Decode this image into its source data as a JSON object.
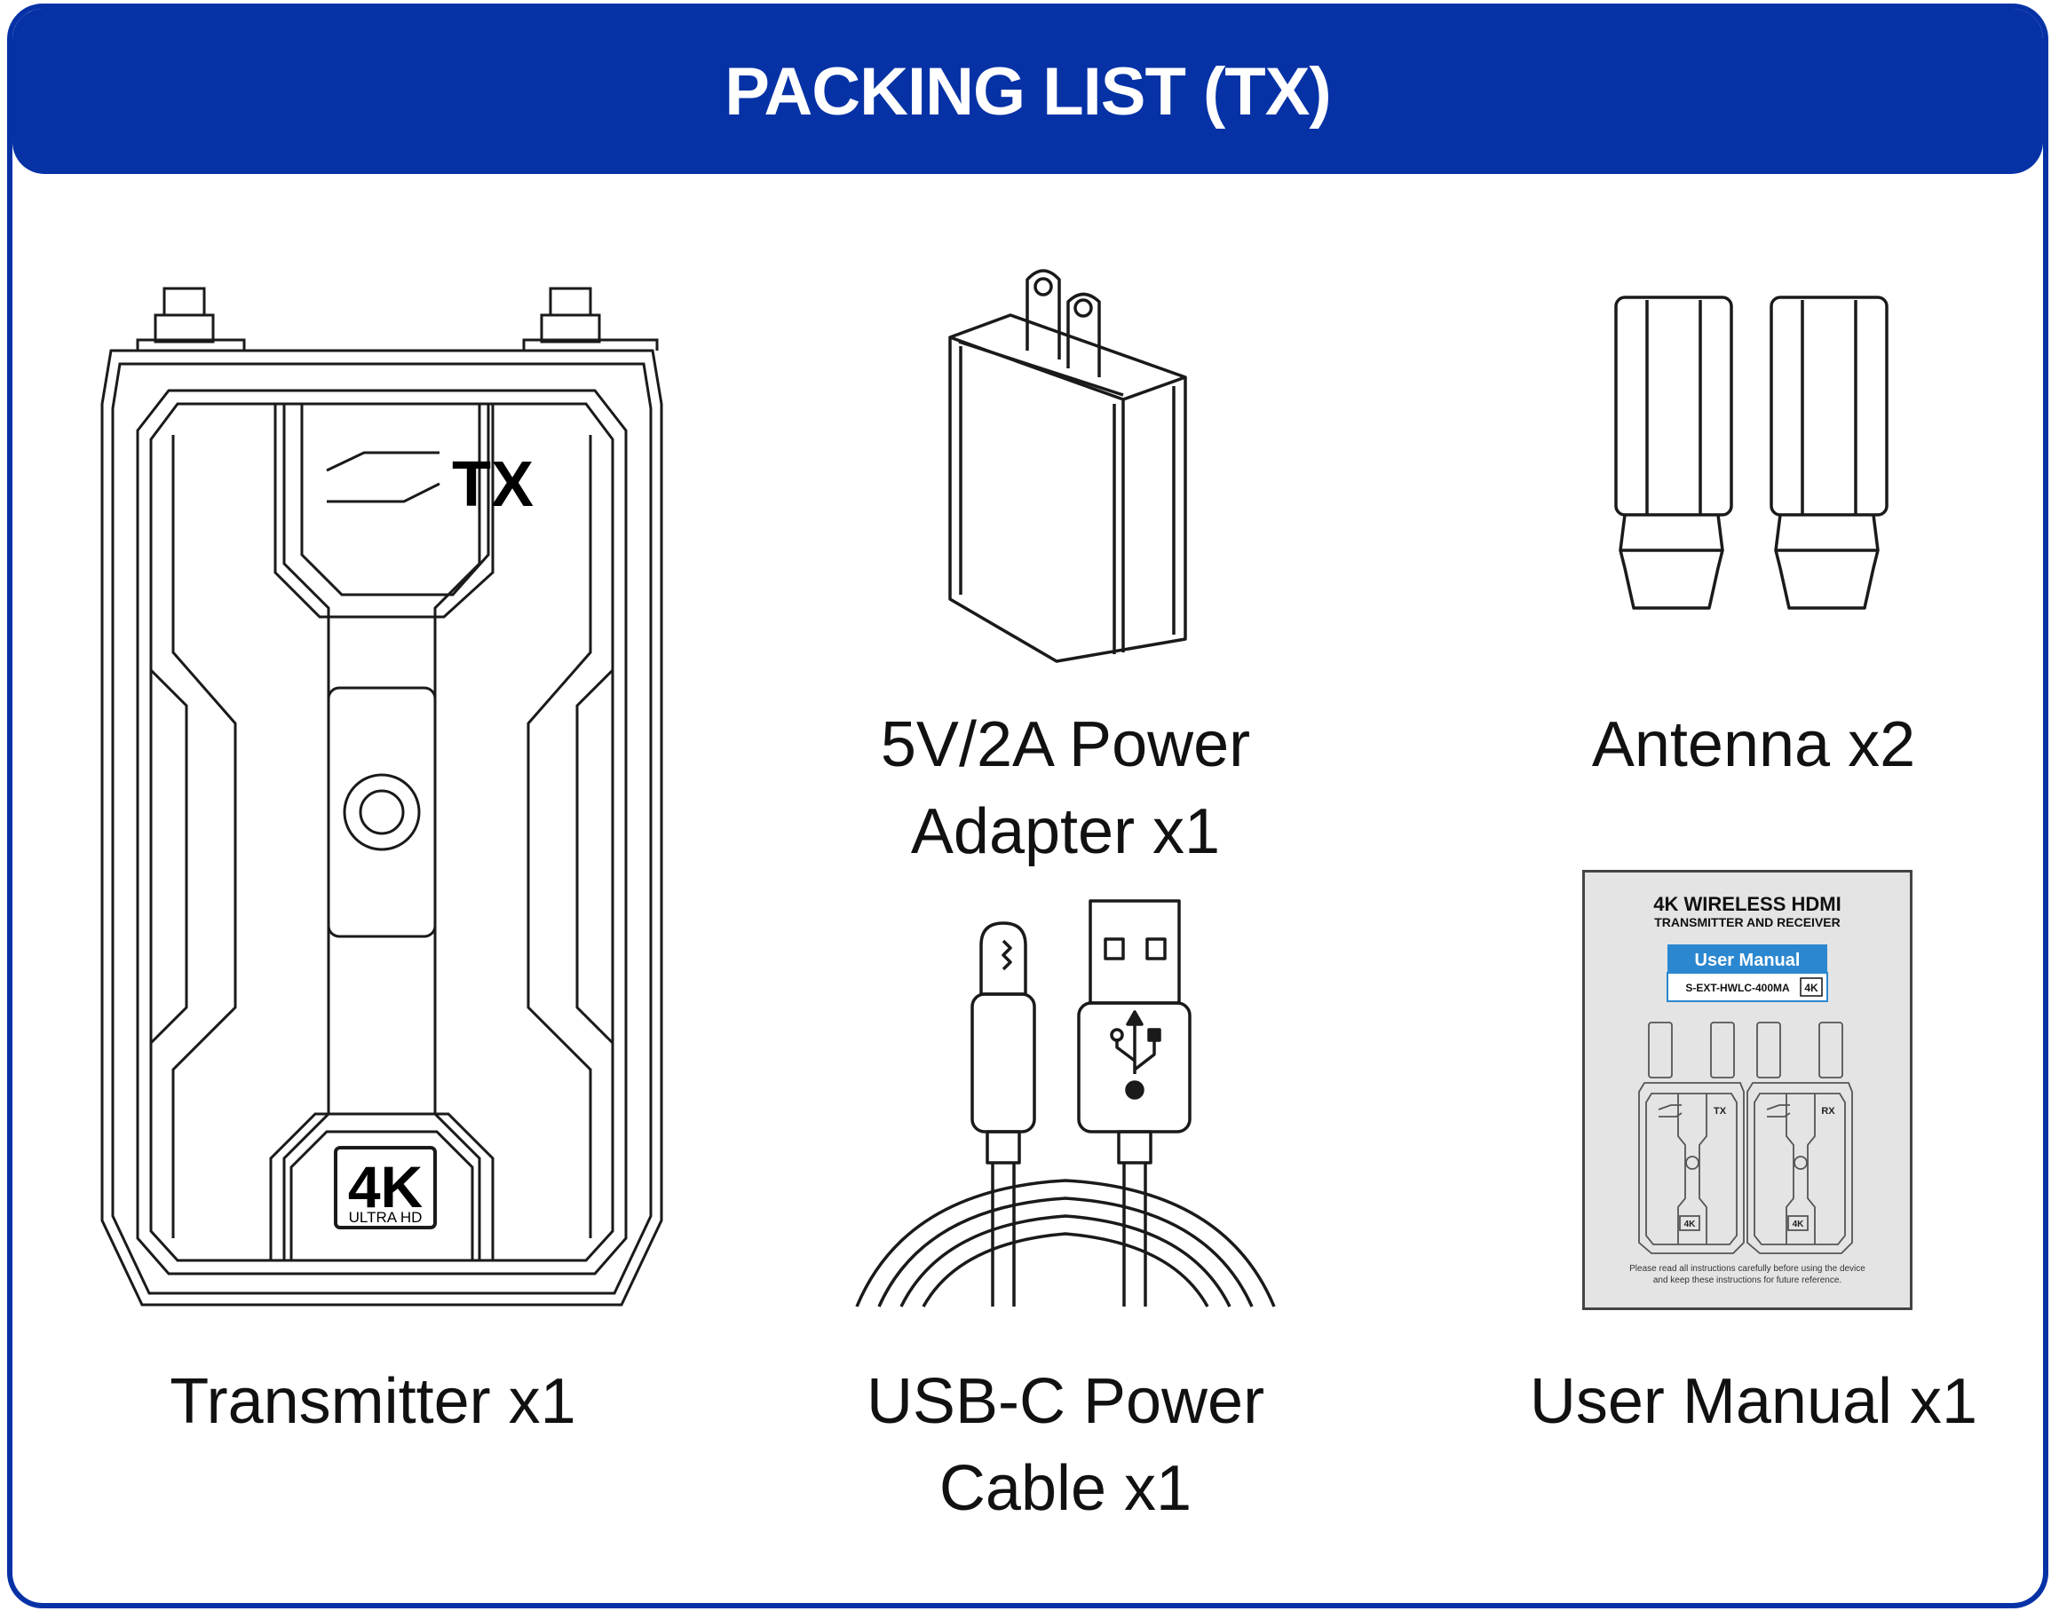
{
  "title": "PACKING LIST (TX)",
  "items": {
    "transmitter": {
      "label": "Transmitter x1",
      "badge_tx": "TX",
      "badge_4k": "4K",
      "badge_uhd": "ULTRA HD"
    },
    "adapter": {
      "label_line1": "5V/2A Power",
      "label_line2": "Adapter x1"
    },
    "antenna": {
      "label": "Antenna x2"
    },
    "cable": {
      "label_line1": "USB-C Power",
      "label_line2": "Cable x1"
    },
    "manual": {
      "label": "User Manual x1",
      "cover_title": "4K WIRELESS HDMI",
      "cover_subtitle": "TRANSMITTER AND RECEIVER",
      "cover_banner": "User Manual",
      "cover_model": "S-EXT-HWLC-400MA",
      "cover_model_badge": "4K",
      "cover_tx": "TX",
      "cover_rx": "RX",
      "cover_4k": "4K",
      "cover_note_1": "Please read all instructions carefully before using the device",
      "cover_note_2": "and keep these instructions for future reference."
    }
  }
}
